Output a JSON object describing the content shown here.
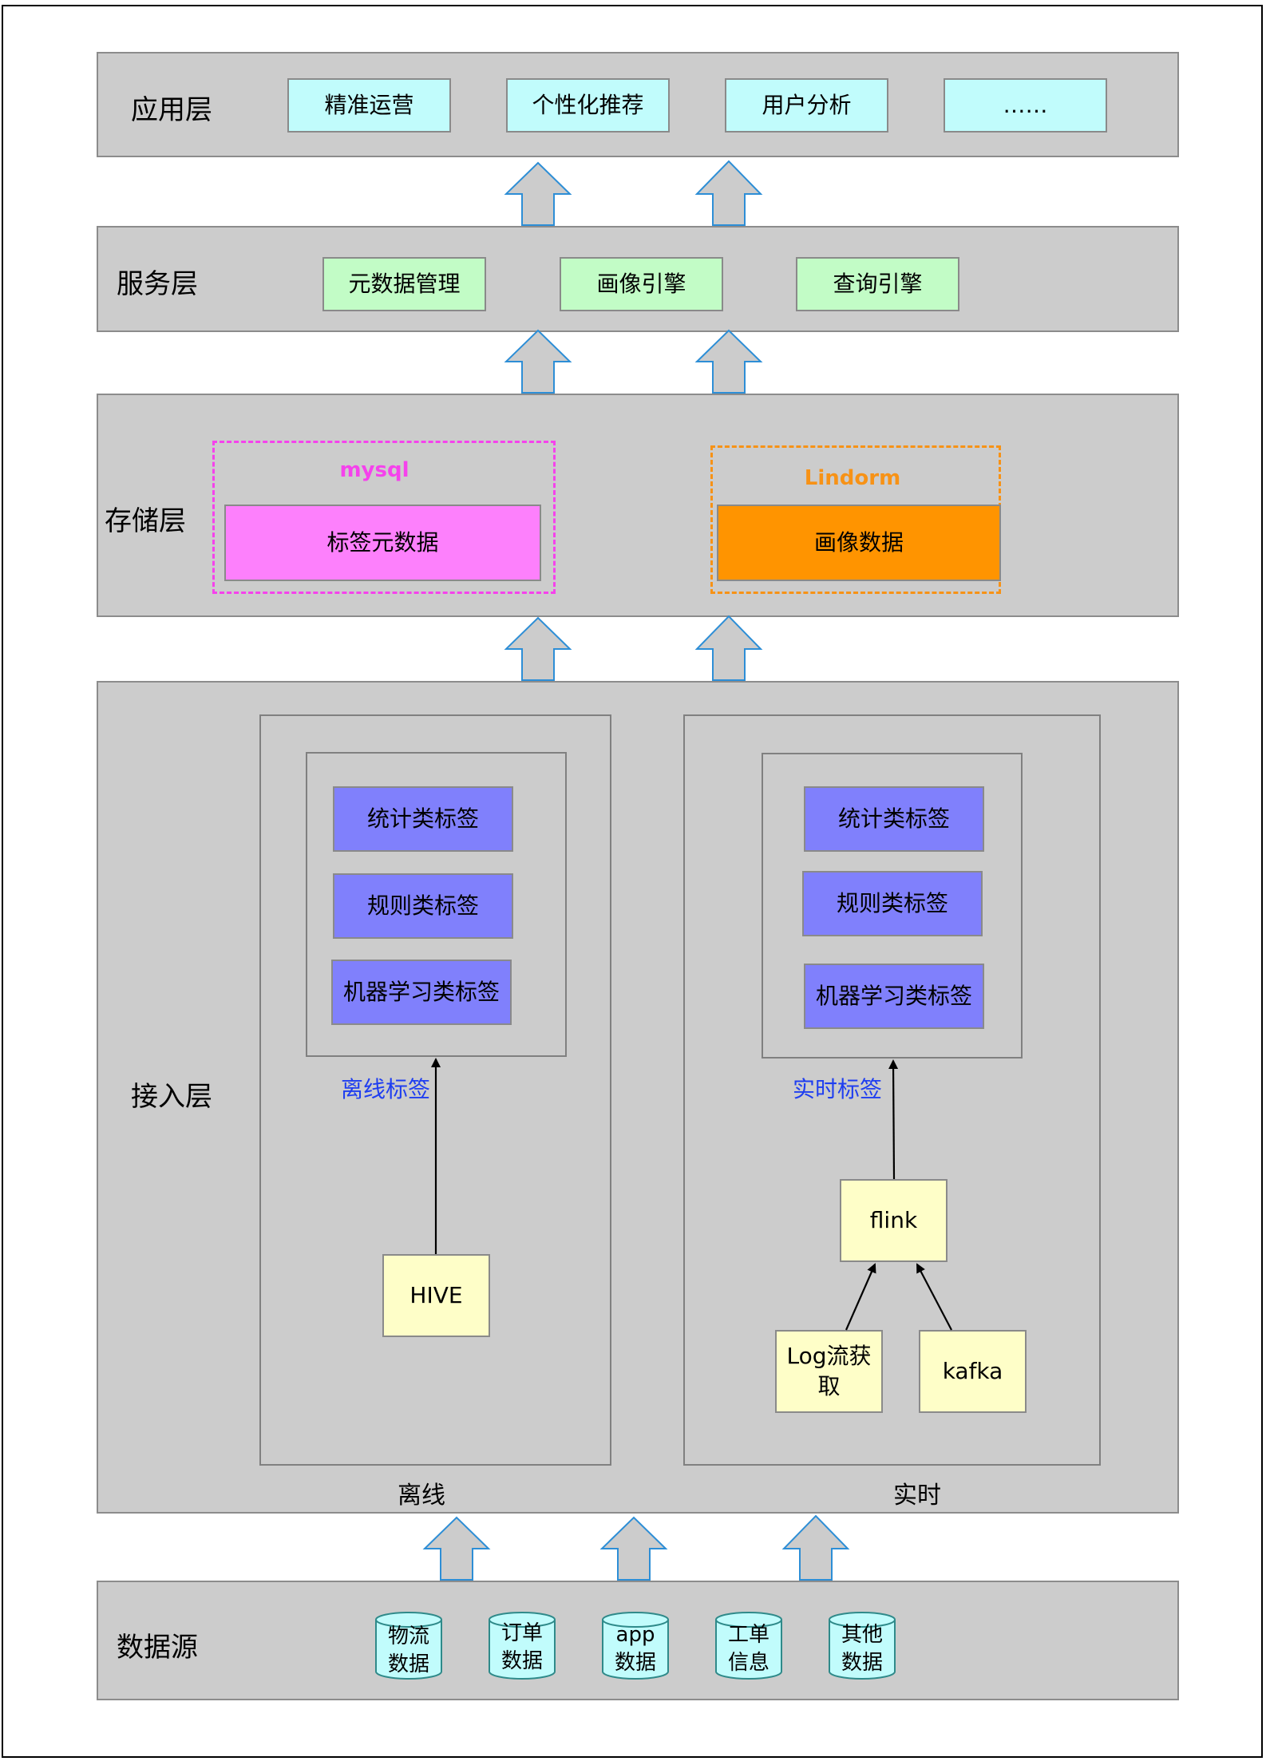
{
  "layers": {
    "app": {
      "label": "应用层",
      "items": [
        "精准运营",
        "个性化推荐",
        "用户分析",
        "……"
      ]
    },
    "service": {
      "label": "服务层",
      "items": [
        "元数据管理",
        "画像引擎",
        "查询引擎"
      ]
    },
    "storage": {
      "label": "存储层",
      "mysql": {
        "title": "mysql",
        "item": "标签元数据"
      },
      "lindorm": {
        "title": "Lindorm",
        "item": "画像数据"
      }
    },
    "access": {
      "label": "接入层",
      "offline": {
        "tags": [
          "统计类标签",
          "规则类标签",
          "机器学习类标签"
        ],
        "edge_label": "离线标签",
        "source": "HIVE",
        "label": "离线"
      },
      "realtime": {
        "tags": [
          "统计类标签",
          "规则类标签",
          "机器学习类标签"
        ],
        "edge_label": "实时标签",
        "engine": "flink",
        "sources": [
          "Log流获\n取",
          "kafka"
        ],
        "label": "实时"
      }
    },
    "datasource": {
      "label": "数据源",
      "items": [
        "物流\n数据",
        "订单\n数据",
        "app\n数据",
        "工单\n信息",
        "其他\n数据"
      ]
    }
  },
  "colors": {
    "layer_bg": "#cccccc",
    "app_box": "#c1fcfc",
    "service_box": "#c2fcc6",
    "tag_box": "#8080fc",
    "source_box": "#fefec8",
    "mysql_box": "#fd80fc",
    "lindorm_box": "#ff9400",
    "mysql_accent": "#f542ec",
    "lindorm_accent": "#f79216",
    "edge_label": "#1f3ef0"
  }
}
